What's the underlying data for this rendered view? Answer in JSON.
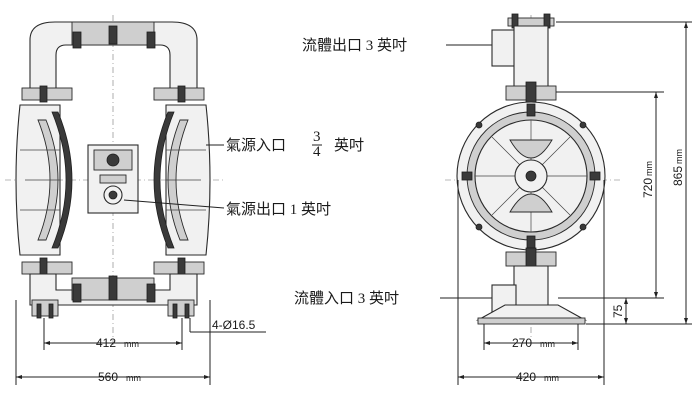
{
  "labels": {
    "outlet": "流體出口 3  英吋",
    "air_inlet_prefix": "氣源入口",
    "air_inlet_frac_num": "3",
    "air_inlet_frac_den": "4",
    "air_inlet_suffix": "英吋",
    "air_outlet": "氣源出口  1 英吋",
    "inlet": "流體入口 3  英吋"
  },
  "dimensions": {
    "bolt_spacing": "412",
    "bolt_spacing_unit": "mm",
    "hole": "4-Ø16.5",
    "front_width": "560",
    "front_width_unit": "mm",
    "base_width": "270",
    "base_width_unit": "mm",
    "side_width": "420",
    "side_width_unit": "mm",
    "height_inner": "720",
    "height_inner_unit": "mm",
    "height_total": "865",
    "height_total_unit": "mm",
    "inlet_height": "75"
  }
}
